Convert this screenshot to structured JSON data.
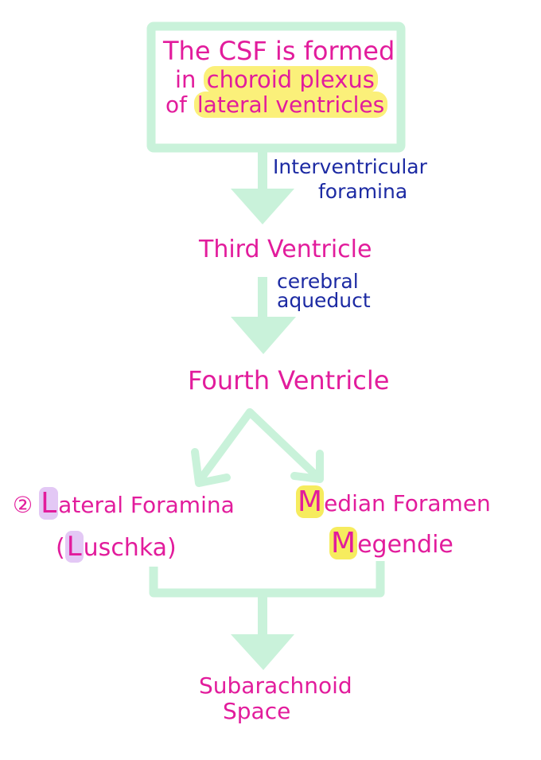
{
  "colors": {
    "pink_text": "#e21c9c",
    "blue_text": "#1c2aa3",
    "arrow_green": "#c9f2da",
    "highlight_yellow": "#fbf07a",
    "highlight_purple": "#e3c8f5"
  },
  "box": {
    "line1": "The CSF is formed",
    "line2_prefix": "in",
    "line2_highlight": "choroid plexus",
    "line3_prefix": "of",
    "line3_highlight": "lateral ventricles"
  },
  "labels": {
    "interventricular_line1": "Interventricular",
    "interventricular_line2": "foramina",
    "third_ventricle": "Third Ventricle",
    "cerebral_line1": "cerebral",
    "cerebral_line2": "aqueduct",
    "fourth_ventricle": "Fourth Ventricle",
    "lateral_count": "②",
    "lateral_L": "L",
    "lateral_rest": "ateral Foramina",
    "luschka_open": "(",
    "luschka_L": "L",
    "luschka_rest": "uschka)",
    "median_M": "M",
    "median_rest": "edian Foramen",
    "megendie_M": "M",
    "megendie_rest": "egendie",
    "subarachnoid_line1": "Subarachnoid",
    "subarachnoid_line2": "Space"
  }
}
